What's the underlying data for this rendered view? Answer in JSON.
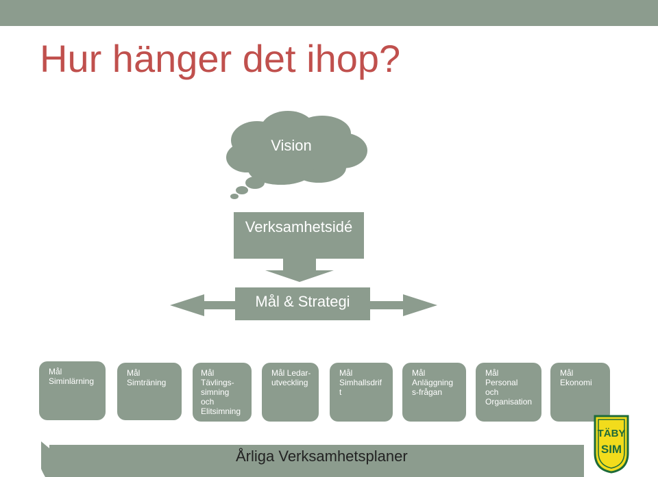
{
  "slide": {
    "title": "Hur hänger det ihop?",
    "vision": "Vision",
    "verksamhetside": "Verksamhetsidé",
    "mal_strategi": "Mål & Strategi",
    "goals": [
      [
        "Mål",
        "Siminlärning"
      ],
      [
        "Mål",
        "Simträning"
      ],
      [
        "Mål",
        "Tävlings-",
        "simning",
        "och",
        "Elitsimning"
      ],
      [
        "Mål Ledar-",
        "utveckling"
      ],
      [
        "Mål",
        "Simhallsdrif",
        "t"
      ],
      [
        "Mål",
        "Anläggning",
        "s-frågan"
      ],
      [
        "Mål",
        "Personal",
        "och",
        "Organisation"
      ],
      [
        "Mål",
        "Ekonomi"
      ]
    ],
    "banner": "Årliga Verksamhetsplaner",
    "logo_text": [
      "TÄBY",
      "SIM"
    ]
  },
  "colors": {
    "accent": "#c0504d",
    "box": "#8c9c8e",
    "logo_green": "#1e6b3a",
    "logo_yellow": "#f2dc1c"
  }
}
